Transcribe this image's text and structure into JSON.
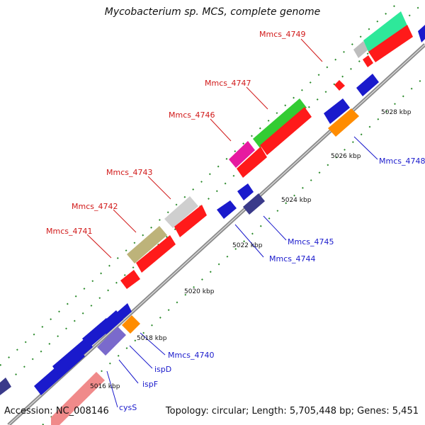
{
  "title": "Mycobacterium sp. MCS, complete genome",
  "footer": {
    "accession": "Accession: NC_008146",
    "summary": "Topology: circular; Length: 5,705,448 bp; Genes: 5,451"
  },
  "colors": {
    "backbone": "#8c8c8c",
    "forward_label": "#d11919",
    "reverse_label": "#1a1acc",
    "tick": "#2a8a2a"
  },
  "ticks": [
    "5016 kbp",
    "5018 kbp",
    "5020 kbp",
    "5022 kbp",
    "5024 kbp",
    "5026 kbp",
    "5028 kbp"
  ],
  "forward_labels": [
    "Mmcs_4741",
    "Mmcs_4742",
    "Mmcs_4743",
    "Mmcs_4746",
    "Mmcs_4747",
    "Mmcs_4749"
  ],
  "reverse_labels": [
    "cysS",
    "ispF",
    "ispD",
    "Mmcs_4740",
    "Mmcs_4744",
    "Mmcs_4745",
    "Mmcs_4748"
  ]
}
